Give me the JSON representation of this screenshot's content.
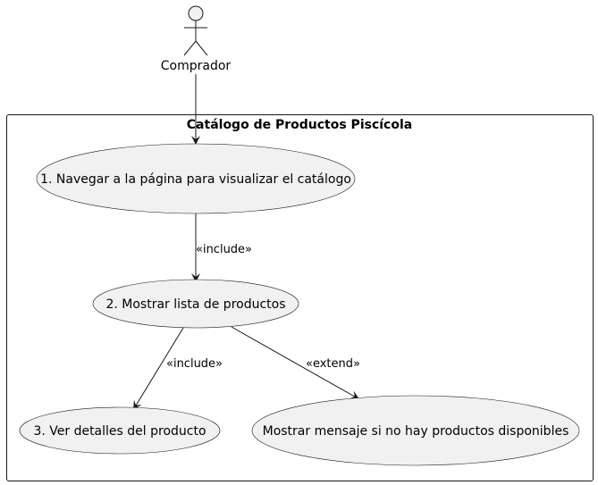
{
  "actor": {
    "name": "Comprador"
  },
  "system": {
    "title": "Catálogo de Productos Piscícola"
  },
  "use_cases": {
    "uc1": "1. Navegar a la página para visualizar el catálogo",
    "uc2": "2. Mostrar lista de productos",
    "uc3": "3. Ver detalles del producto",
    "uc4": "Mostrar mensaje si no hay productos disponibles"
  },
  "relations": {
    "include_1": "«include»",
    "include_2": "«include»",
    "extend_1": "«extend»"
  },
  "colors": {
    "usecase_fill": "#f1f1f1",
    "line": "#181818"
  }
}
